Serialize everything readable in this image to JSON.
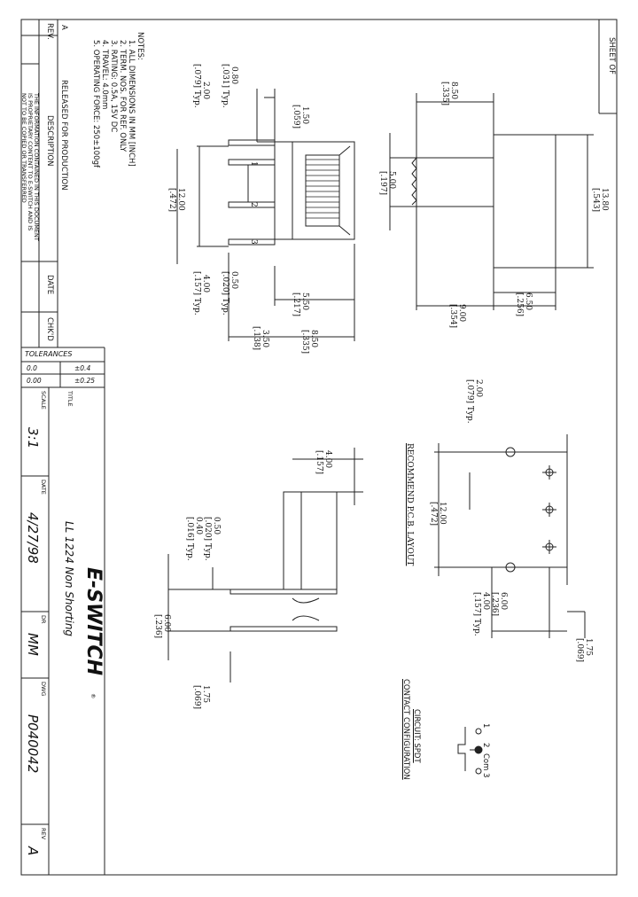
{
  "sheet_label": "SHEET OF",
  "notes": {
    "heading": "NOTES:",
    "items": [
      "1. ALL DIMENSIONS IN MM [INCH]",
      "2. TERM. NOS. FOR REF. ONLY",
      "3. RATING: 0.5A, 15V DC",
      "4. TRAVEL: 4.0mm",
      "5. OPERATING FORCE: 250±100gf"
    ]
  },
  "revision_block": {
    "rev_header": "REV.",
    "rev_value": "A",
    "description_line1": "RELEASED FOR PRODUCTION",
    "description_line2": "DESCRIPTION",
    "date_header": "DATE",
    "chkd_header": "CHK'D",
    "proprietary": [
      "THE INFORMATION CONTAINED IN THIS DOCUMENT",
      "IS PROPRIETARY CONTENT TO E-SWITCH AND IS",
      "NOT TO BE COPIED OR TRANSFERRED"
    ]
  },
  "tolerances": {
    "header": "TOLERANCES",
    "rows": [
      {
        "format": "0.0",
        "value": "±0.4"
      },
      {
        "format": "0.00",
        "value": "±0.25"
      }
    ]
  },
  "title_block": {
    "title_label": "TITLE",
    "title": "LL 1224 Non Shorting",
    "scale_label": "SCALE",
    "scale": "3:1",
    "date_label": "DATE",
    "date": "4/27/98",
    "dr_label": "DR",
    "drawn_by": "MM",
    "dwg_label": "DWG",
    "dwg_no": "P040042",
    "rev_label": "REV",
    "rev": "A",
    "logo": "E-SWITCH",
    "logo_mark": "®"
  },
  "dimensions": {
    "top_view": {
      "d1": "1.50",
      "d1i": "[.059]",
      "d2": "0.80",
      "d2i": "[.031] Typ.",
      "d3": "2.00",
      "d3i": "[.079] Typ.",
      "d4": "12.00",
      "d4i": "[.472]",
      "d5": "0.50",
      "d5i": "[.020] Typ.",
      "d6": "4.00",
      "d6i": "[.157] Typ.",
      "d7": "5.50",
      "d7i": "[.217]",
      "d8": "3.50",
      "d8i": "[.138]",
      "d9": "8.50",
      "d9i": "[.335]"
    },
    "side_view": {
      "d1": "8.50",
      "d1i": "[.335]",
      "d2": "5.00",
      "d2i": "[.197]",
      "d3": "13.80",
      "d3i": "[.543]",
      "d4": "9.00",
      "d4i": "[.354]",
      "d5": "6.50",
      "d5i": "[.256]"
    },
    "pcb": {
      "d1": "2.00",
      "d1i": "[.079] Typ.",
      "d2": "12.00",
      "d2i": "[.472]",
      "d3": "6.00",
      "d3i": "[.236]",
      "d4": "4.00",
      "d4i": "[.157] Typ.",
      "d5": "1.75",
      "d5i": "[.069]",
      "label": "RECOMMEND P.C.B. LAYOUT"
    },
    "front_view": {
      "d1": "4.00",
      "d1i": "[.157]",
      "d2": "0.50",
      "d2i": "[.020] Typ.",
      "d3": "0.40",
      "d3i": "[.016] Typ.",
      "d4": "6.00",
      "d4i": "[.236]",
      "d5": "1.75",
      "d5i": "[.069]"
    }
  },
  "circuit": {
    "pin1": "1",
    "pin2": "2",
    "com": "Com",
    "pin3": "3",
    "label1": "CIRCUIT: SPDT",
    "label2": "CONTACT CONFIGURATION"
  },
  "terminal_numbers": [
    "1",
    "2",
    "3"
  ]
}
